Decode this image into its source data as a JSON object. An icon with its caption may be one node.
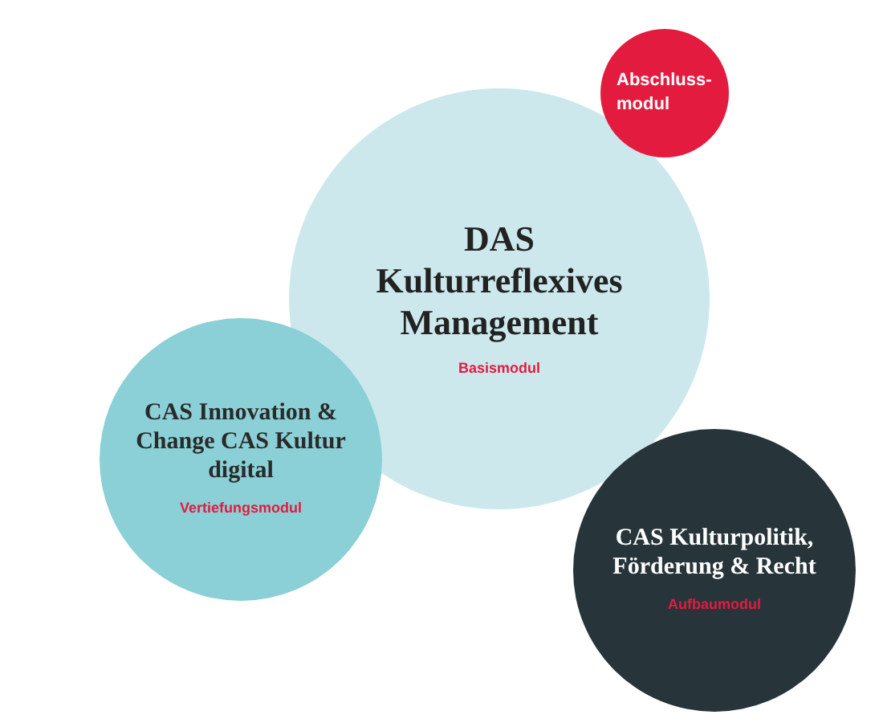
{
  "diagram": {
    "nodes": [
      {
        "text": [
          "Abschluss- modul"
        ]
      },
      {
        "text": [
          "DAS Kulturreflexives Management",
          "Basismodul"
        ]
      },
      {
        "text": [
          "CAS Innovation & Change CAS Kultur digital",
          "Vertiefungsmodul"
        ]
      },
      {
        "text": [
          "CAS Kulturpolitik, Förderung & Recht",
          "Aufbaumodul"
        ]
      }
    ]
  }
}
